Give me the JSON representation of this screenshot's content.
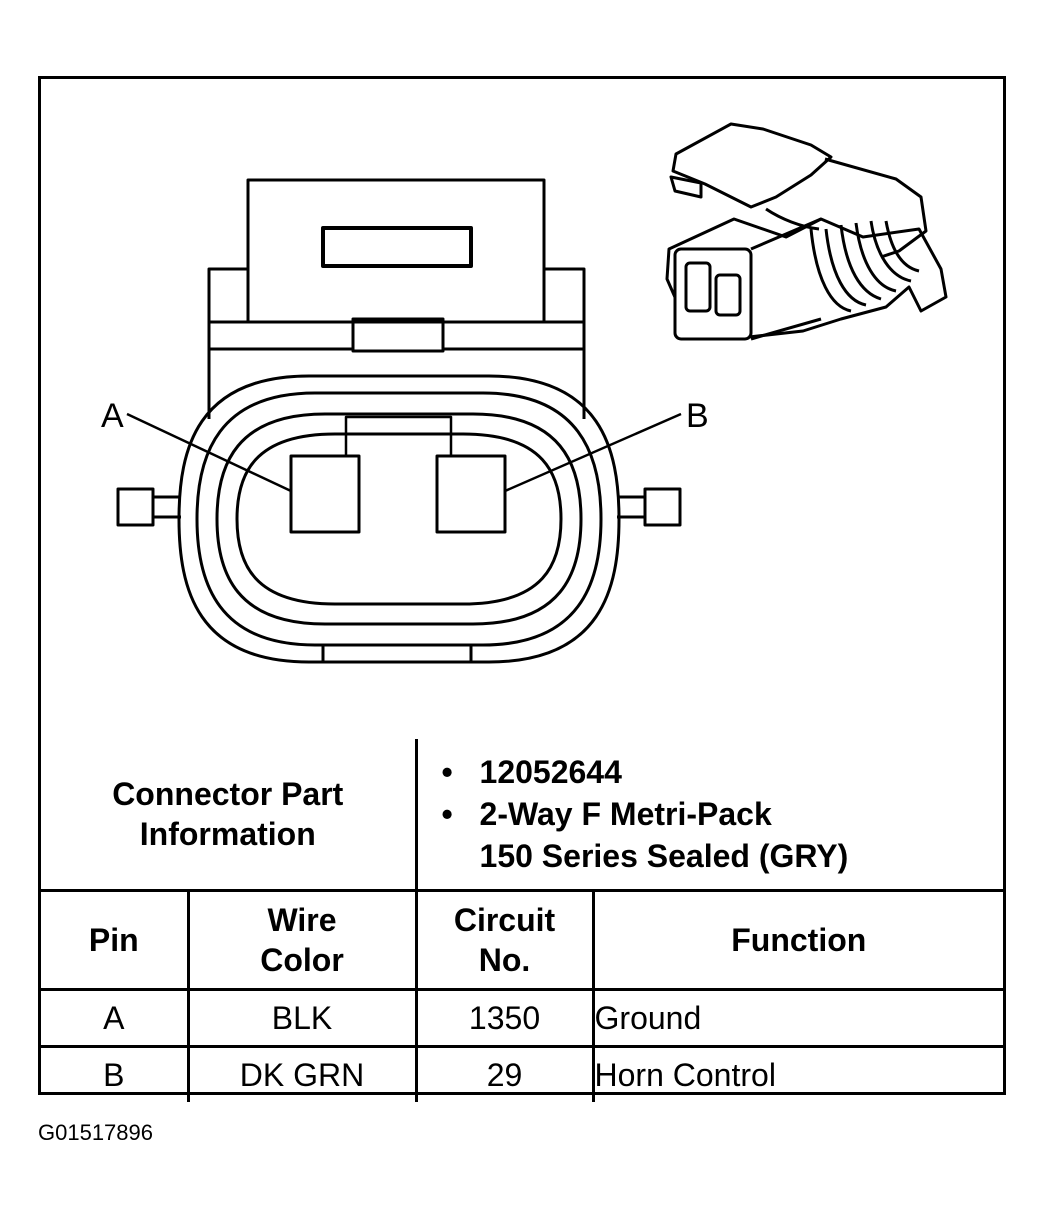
{
  "diagram": {
    "pin_labels": [
      "A",
      "B"
    ]
  },
  "part_info": {
    "label": "Connector Part Information",
    "label_line1": "Connector Part",
    "label_line2": "Information",
    "items": [
      "12052644",
      "2-Way F Metri-Pack",
      "150 Series Sealed (GRY)"
    ]
  },
  "table": {
    "headers": {
      "pin": "Pin",
      "wire_color_line1": "Wire",
      "wire_color_line2": "Color",
      "circuit_line1": "Circuit",
      "circuit_line2": "No.",
      "function": "Function"
    },
    "rows": [
      {
        "pin": "A",
        "wire_color": "BLK",
        "circuit": "1350",
        "function": "Ground"
      },
      {
        "pin": "B",
        "wire_color": "DK GRN",
        "circuit": "29",
        "function": "Horn Control"
      }
    ]
  },
  "figure_id": "G01517896"
}
